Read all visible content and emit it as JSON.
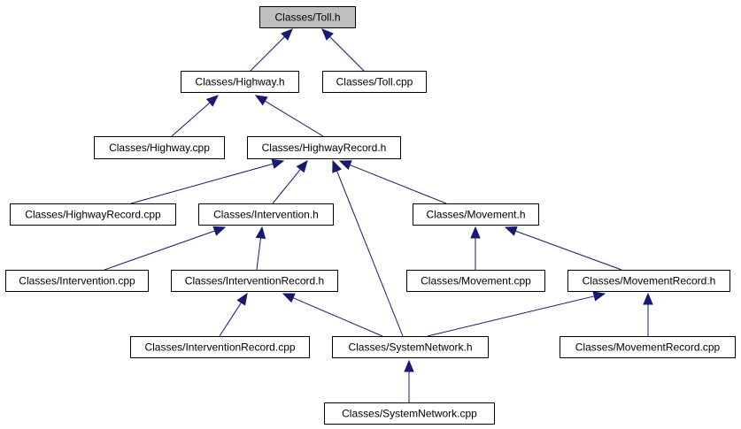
{
  "colors": {
    "edge": "#191970",
    "node_border": "#000000",
    "node_fill": "#ffffff",
    "root_fill": "#bfbfbf"
  },
  "nodes": [
    {
      "id": "toll_h",
      "label": "Classes/Toll.h",
      "root": true
    },
    {
      "id": "highway_h",
      "label": "Classes/Highway.h"
    },
    {
      "id": "toll_cpp",
      "label": "Classes/Toll.cpp"
    },
    {
      "id": "highway_cpp",
      "label": "Classes/Highway.cpp"
    },
    {
      "id": "highwayrecord_h",
      "label": "Classes/HighwayRecord.h"
    },
    {
      "id": "highwayrecord_cpp",
      "label": "Classes/HighwayRecord.cpp"
    },
    {
      "id": "intervention_h",
      "label": "Classes/Intervention.h"
    },
    {
      "id": "movement_h",
      "label": "Classes/Movement.h"
    },
    {
      "id": "intervention_cpp",
      "label": "Classes/Intervention.cpp"
    },
    {
      "id": "interventionrecord_h",
      "label": "Classes/InterventionRecord.h"
    },
    {
      "id": "movement_cpp",
      "label": "Classes/Movement.cpp"
    },
    {
      "id": "movementrecord_h",
      "label": "Classes/MovementRecord.h"
    },
    {
      "id": "interventionrecord_cpp",
      "label": "Classes/InterventionRecord.cpp"
    },
    {
      "id": "systemnetwork_h",
      "label": "Classes/SystemNetwork.h"
    },
    {
      "id": "movementrecord_cpp",
      "label": "Classes/MovementRecord.cpp"
    },
    {
      "id": "systemnetwork_cpp",
      "label": "Classes/SystemNetwork.cpp"
    }
  ],
  "edges": [
    {
      "from": "highway_h",
      "to": "toll_h"
    },
    {
      "from": "toll_cpp",
      "to": "toll_h"
    },
    {
      "from": "highway_cpp",
      "to": "highway_h"
    },
    {
      "from": "highwayrecord_h",
      "to": "highway_h"
    },
    {
      "from": "highwayrecord_cpp",
      "to": "highwayrecord_h"
    },
    {
      "from": "intervention_h",
      "to": "highwayrecord_h"
    },
    {
      "from": "systemnetwork_h",
      "to": "highwayrecord_h"
    },
    {
      "from": "movement_h",
      "to": "highwayrecord_h"
    },
    {
      "from": "intervention_cpp",
      "to": "intervention_h"
    },
    {
      "from": "interventionrecord_h",
      "to": "intervention_h"
    },
    {
      "from": "movement_cpp",
      "to": "movement_h"
    },
    {
      "from": "movementrecord_h",
      "to": "movement_h"
    },
    {
      "from": "interventionrecord_cpp",
      "to": "interventionrecord_h"
    },
    {
      "from": "systemnetwork_h",
      "to": "interventionrecord_h"
    },
    {
      "from": "systemnetwork_h",
      "to": "movementrecord_h"
    },
    {
      "from": "movementrecord_cpp",
      "to": "movementrecord_h"
    },
    {
      "from": "systemnetwork_cpp",
      "to": "systemnetwork_h"
    }
  ]
}
